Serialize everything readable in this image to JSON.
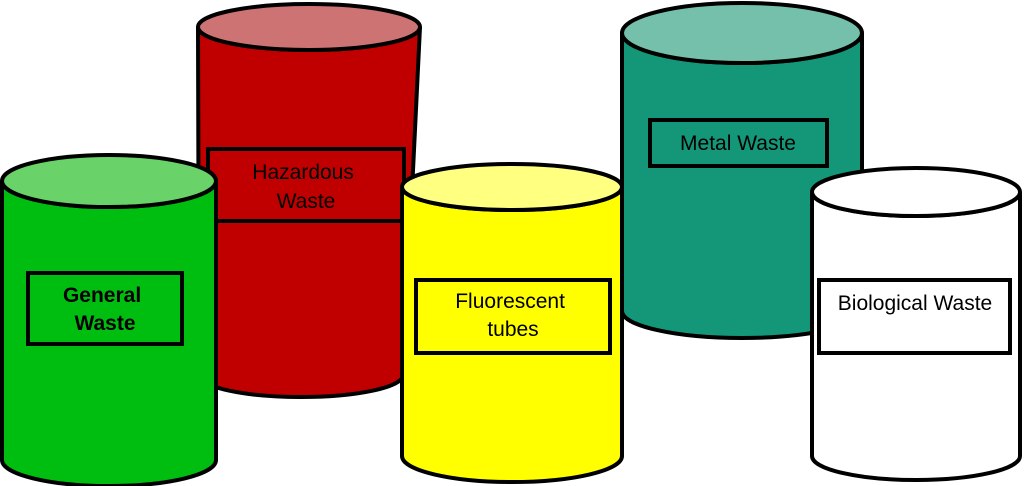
{
  "diagram": {
    "description": "Five colored waste segregation bins (cylinders) with labels",
    "background_color": "#FFFFFF",
    "outline_color": "#000000",
    "text_color": "#000000"
  },
  "bins": [
    {
      "id": "hazardous-waste",
      "label": "Hazardous Waste",
      "label_lines": [
        "Hazardous",
        "Waste"
      ],
      "body_color": "#C00000",
      "top_color": "#CD7373",
      "label_bold": false
    },
    {
      "id": "metal-waste",
      "label": "Metal Waste",
      "label_lines": [
        "Metal Waste"
      ],
      "body_color": "#149678",
      "top_color": "#74C0AB",
      "label_bold": false
    },
    {
      "id": "general-waste",
      "label": "General Waste",
      "label_lines": [
        "General",
        "Waste"
      ],
      "body_color": "#00BE0F",
      "top_color": "#69D269",
      "label_bold": true
    },
    {
      "id": "fluorescent-tubes",
      "label": "Fluorescent tubes",
      "label_lines": [
        "Fluorescent",
        "tubes"
      ],
      "body_color": "#FFFF00",
      "top_color": "#FFFF80",
      "label_bold": false
    },
    {
      "id": "biological-waste",
      "label": "Biological Waste",
      "label_lines": [
        "Biological Waste"
      ],
      "body_color": "#FFFFFF",
      "top_color": "#FFFFFF",
      "label_bold": false
    }
  ]
}
